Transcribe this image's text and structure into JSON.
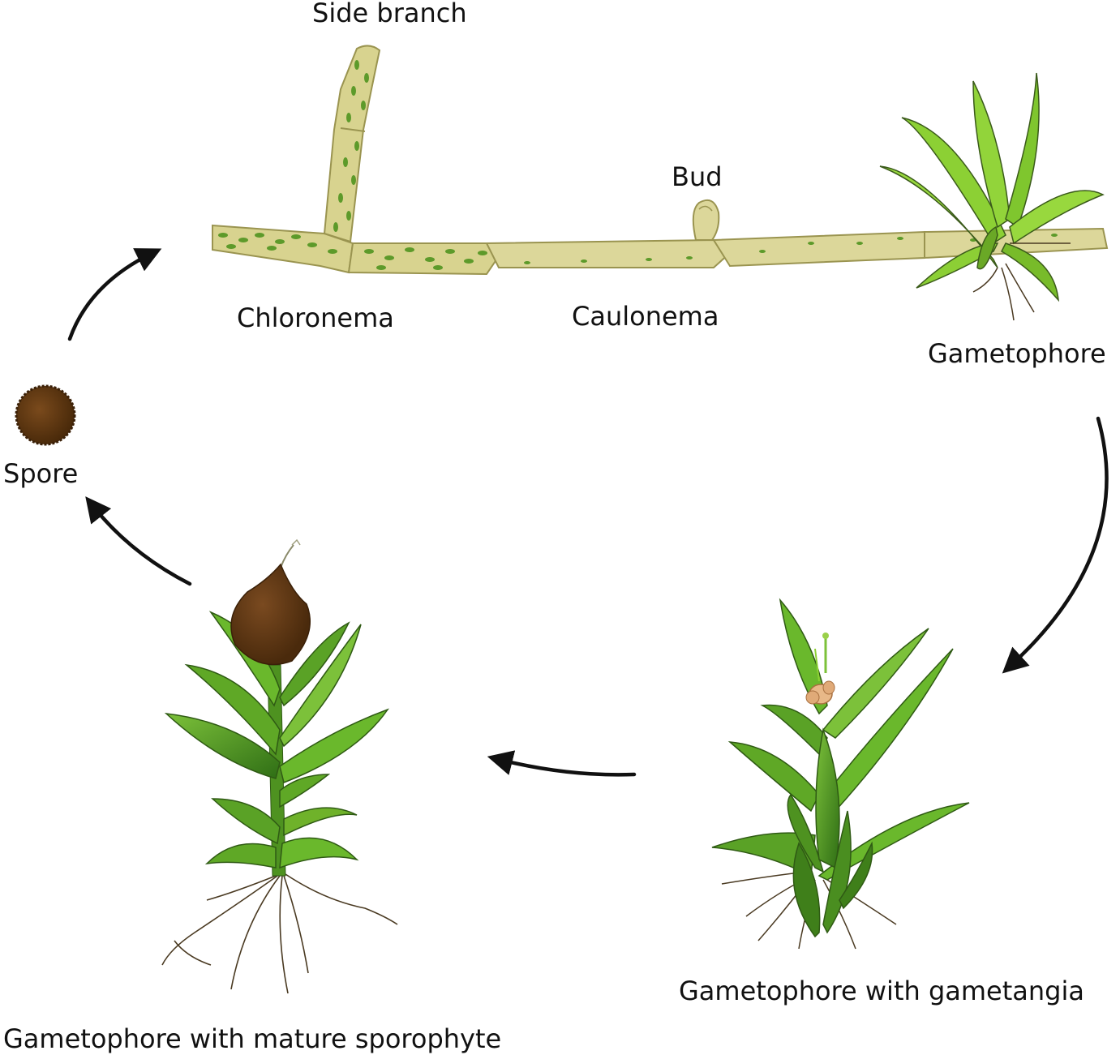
{
  "labels": {
    "side_branch": "Side branch",
    "bud": "Bud",
    "chloronema": "Chloronema",
    "caulonema": "Caulonema",
    "gametophore": "Gametophore",
    "spore": "Spore",
    "gametophore_gametangia": "Gametophore with gametangia",
    "gametophore_sporophyte": "Gametophore with mature sporophyte"
  },
  "colors": {
    "filament_fill": "#d8d38f",
    "filament_stroke": "#9a9450",
    "chloroplast": "#5d9a2a",
    "leaf_light": "#8fcf3a",
    "leaf_mid": "#6fb22a",
    "leaf_dark": "#3f7f1a",
    "rhizoid": "#4a3a22",
    "spore": "#5a3510",
    "capsule": "#5b3413",
    "arrow": "#111111"
  }
}
